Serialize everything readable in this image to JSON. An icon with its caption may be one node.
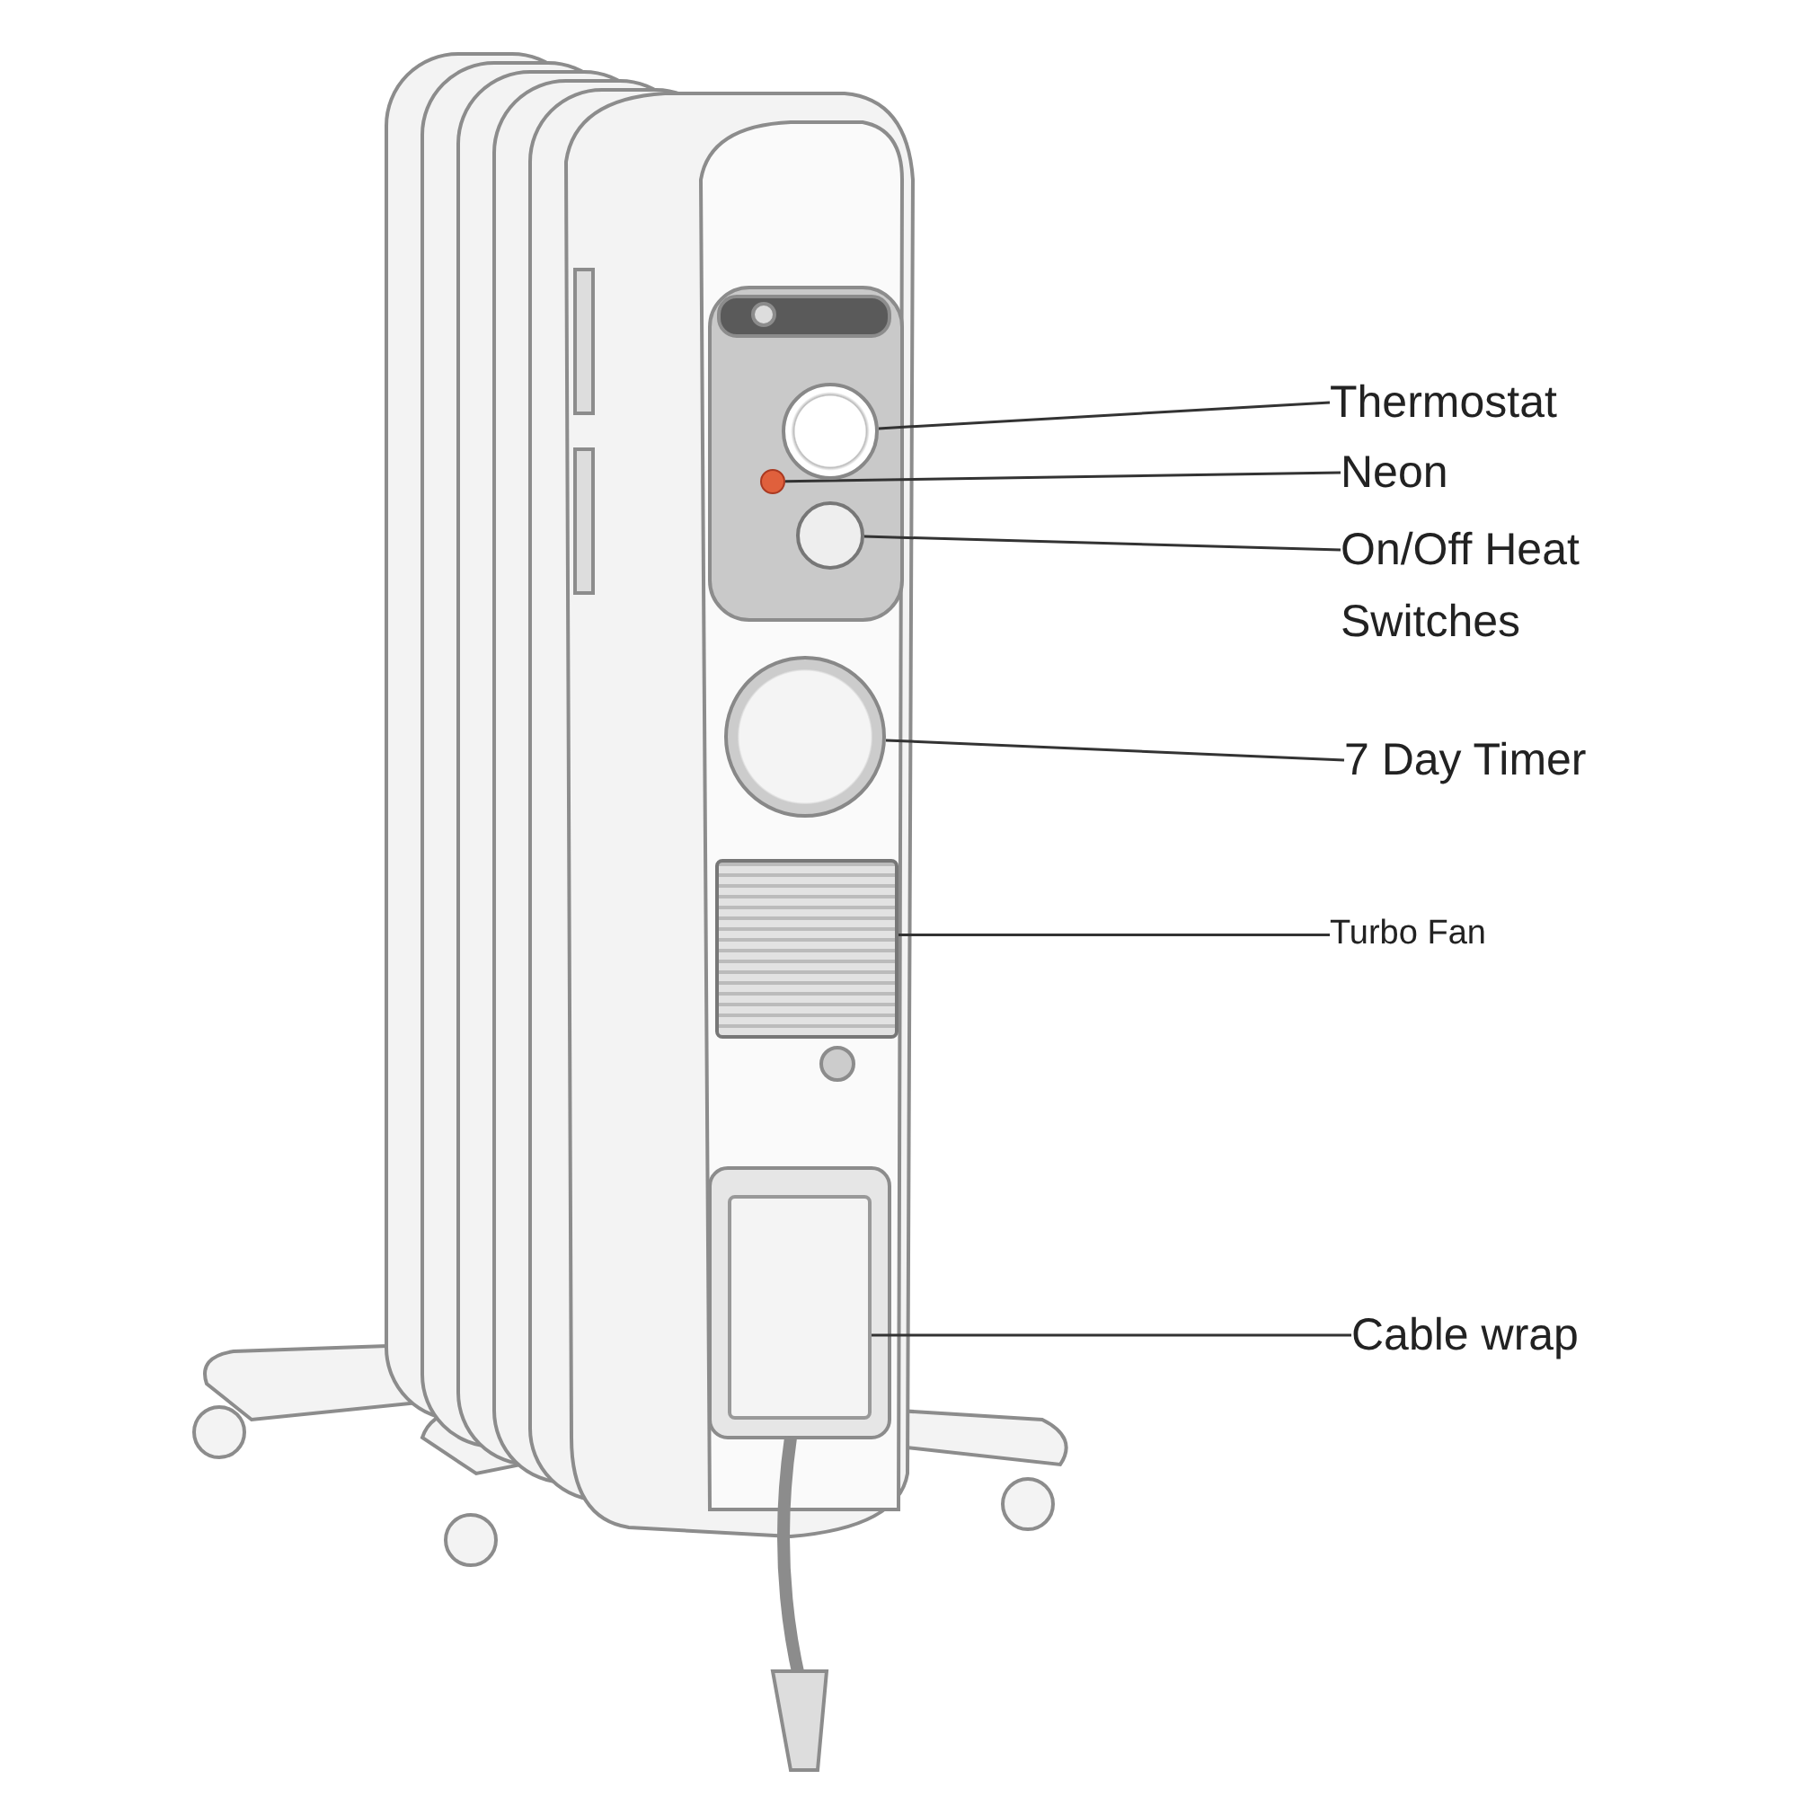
{
  "diagram": {
    "nodes": [
      {
        "text": [
          "Thermostat"
        ]
      },
      {
        "text": [],
        "shape": "circle"
      },
      {
        "text": [
          "Neon"
        ]
      },
      {
        "text": [],
        "shape": "circle"
      },
      {
        "text": [
          "On/Off Heat Switches"
        ]
      },
      {
        "text": [],
        "shape": "circle"
      },
      {
        "text": [
          "7 Day Timer"
        ]
      },
      {
        "text": [],
        "shape": "circle"
      },
      {
        "text": [
          "Turbo Fan"
        ]
      },
      {
        "text": [],
        "shape": "box"
      },
      {
        "text": [
          "Cable wrap"
        ]
      },
      {
        "text": [],
        "shape": "box"
      }
    ],
    "edges": [
      {
        "from": 0,
        "to": 1,
        "arrow": "none"
      },
      {
        "from": 2,
        "to": 3,
        "arrow": "none"
      },
      {
        "from": 4,
        "to": 5,
        "arrow": "none"
      },
      {
        "from": 6,
        "to": 7,
        "arrow": "none"
      },
      {
        "from": 8,
        "to": 9,
        "arrow": "none"
      },
      {
        "from": 10,
        "to": 11,
        "arrow": "none"
      }
    ]
  }
}
